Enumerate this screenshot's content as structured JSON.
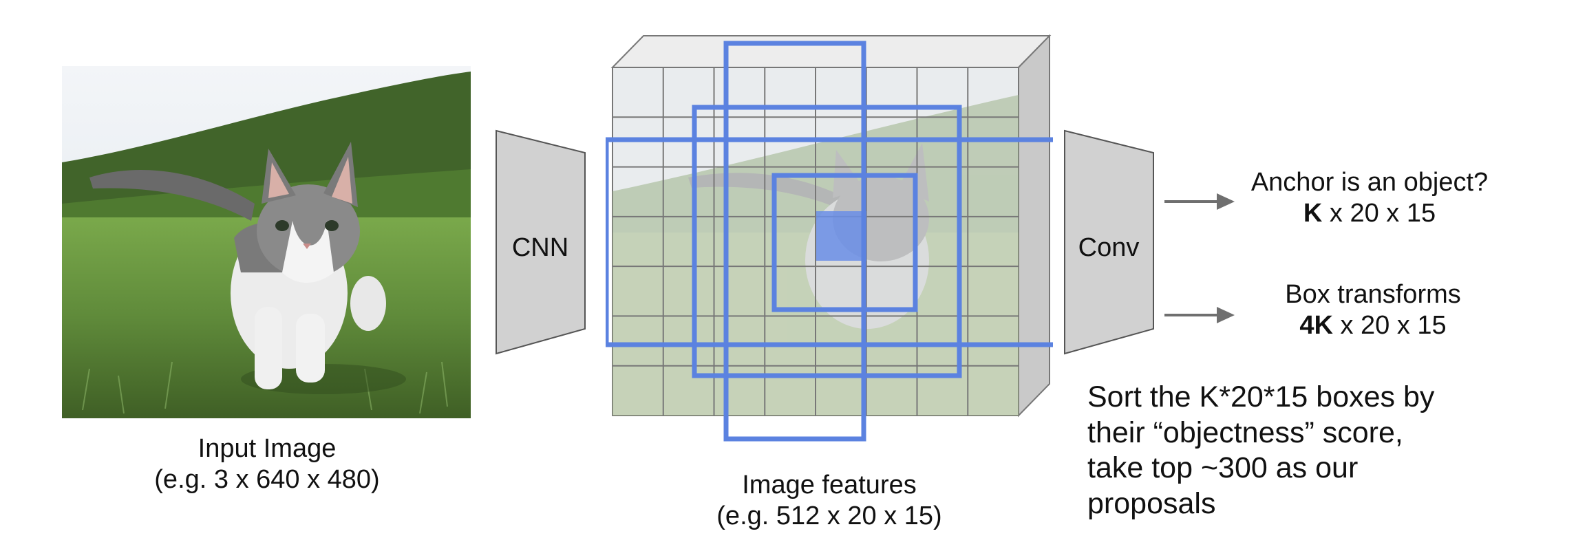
{
  "colors": {
    "box_blue": "#5b82e0",
    "box_blue_fill": "#6a8ee6",
    "trapezoid_gray": "#d1d1d1",
    "grid_line": "#777777",
    "arrow_gray": "#6f6f6f",
    "sky": "#eef2f6",
    "grass": "#5f8a3a",
    "hills": "#41642a"
  },
  "icons": {
    "input_image": "kitten-photo",
    "feature_map": "grid-feature-volume",
    "arrow": "right-arrow-icon"
  },
  "input_image": {
    "caption_line1": "Input Image",
    "caption_line2": "(e.g. 3 x 640 x 480)"
  },
  "cnn": {
    "label": "CNN"
  },
  "features": {
    "caption_line1": "Image features",
    "caption_line2": "(e.g. 512 x 20 x 15)",
    "grid_cols": 8,
    "grid_rows": 7
  },
  "conv": {
    "label": "Conv"
  },
  "outputs": {
    "objectness": {
      "title": "Anchor is an object?",
      "dim_bold": "K",
      "dim_rest": " x 20 x 15"
    },
    "transforms": {
      "title": "Box transforms",
      "dim_bold": "4K",
      "dim_rest": " x 20 x 15"
    }
  },
  "note": {
    "line1": "Sort the K*20*15 boxes by",
    "line2": "their “objectness” score,",
    "line3": "take top ~300 as our",
    "line4": "proposals"
  }
}
